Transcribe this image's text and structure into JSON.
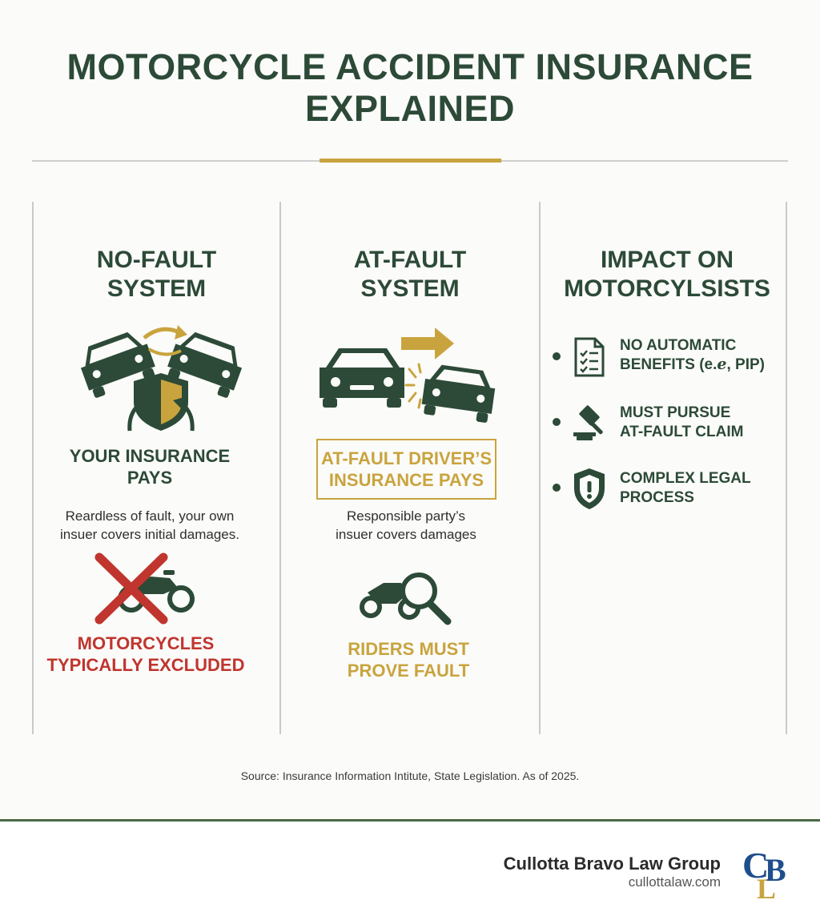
{
  "title": {
    "line1": "MOTORCYCLE ACCIDENT INSURANCE",
    "line2": "EXPLAINED"
  },
  "columns": {
    "no_fault": {
      "heading_line1": "NO-FAULT",
      "heading_line2": "SYSTEM",
      "pays_line1": "YOUR INSURANCE",
      "pays_line2": "PAYS",
      "desc_line1": "Reardless of fault, your own",
      "desc_line2": "insuer covers initial damages.",
      "note_line1": "MOTORCYCLES",
      "note_line2": "TYPICALLY EXCLUDED"
    },
    "at_fault": {
      "heading_line1": "AT-FAULT",
      "heading_line2": "SYSTEM",
      "pays_line1": "AT-FAULT DRIVER’S",
      "pays_line2": "INSURANCE PAYS",
      "desc_line1": "Responsible party’s",
      "desc_line2": "insuer covers damages",
      "note_line1": "RIDERS MUST",
      "note_line2": "PROVE FAULT"
    },
    "impact": {
      "heading_line1": "IMPACT ON",
      "heading_line2": "MOTORCYLSISTS",
      "items": [
        {
          "line1": "NO AUTOMATIC",
          "line2": "BENEFITS (e.ℯ, PIP)",
          "icon": "checklist-document-icon"
        },
        {
          "line1": "MUST PURSUE",
          "line2": "AT-FAULT CLAIM",
          "icon": "gavel-icon"
        },
        {
          "line1": "COMPLEX LEGAL",
          "line2": "PROCESS",
          "icon": "warning-shield-icon"
        }
      ]
    }
  },
  "source": "Source: Insurance Information Intitute, State Legislation. As of 2025.",
  "footer": {
    "firm_name": "Cullotta Bravo Law Group",
    "firm_url": "cullottalaw.com",
    "logo_letters": "CLB"
  },
  "colors": {
    "green": "#2c4a37",
    "gold": "#c9a43e",
    "red": "#c0352e",
    "background": "#fbfbf9"
  }
}
